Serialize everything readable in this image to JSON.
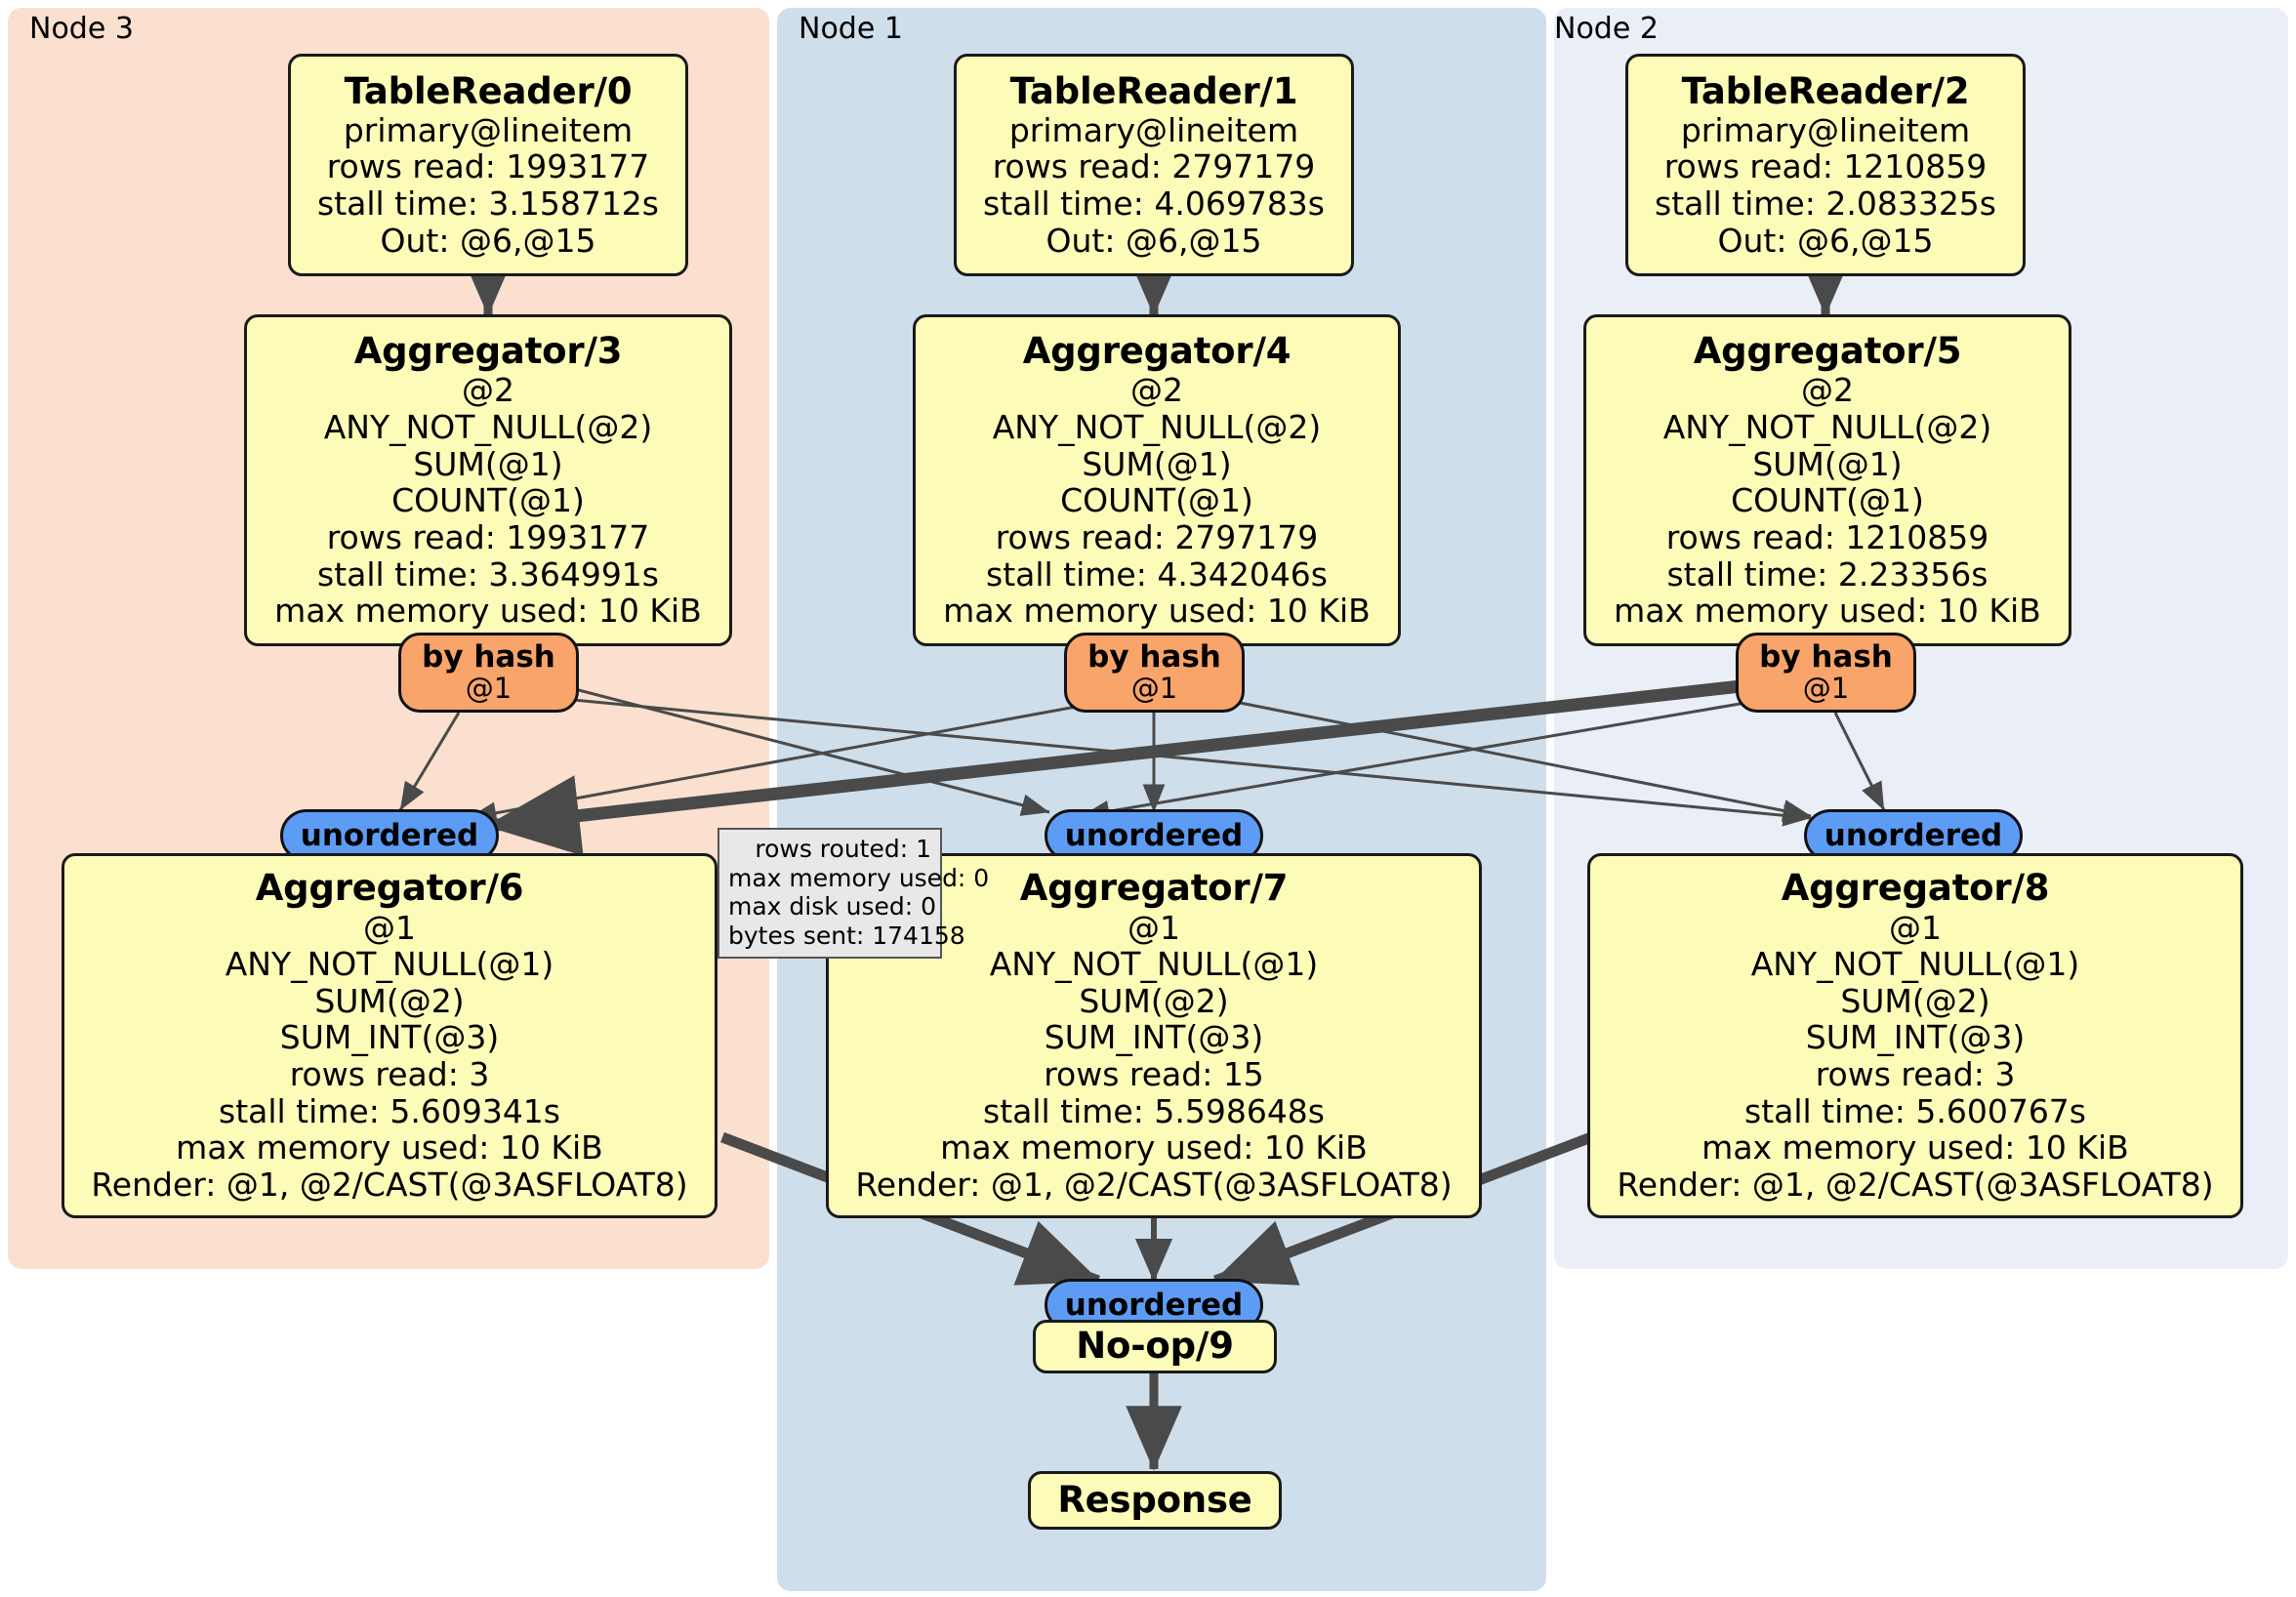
{
  "diagram": {
    "title": "distributed query plan flow diagram",
    "colors": {
      "node_fill": "#fcfcb8",
      "node_stroke": "#1a1a1a",
      "hash_fill": "#f9a46a",
      "unordered_fill": "#5d9cf5",
      "node3_panel": "#fbe0cf",
      "node1_panel": "#cfdeeb",
      "node2_panel": "#e9eef7",
      "edge": "#4a4a4a",
      "tooltip_fill": "#e8e8e8"
    }
  },
  "clusters": [
    {
      "id": "node3",
      "label": "Node 3"
    },
    {
      "id": "node1",
      "label": "Node 1"
    },
    {
      "id": "node2",
      "label": "Node 2"
    }
  ],
  "table_readers": [
    {
      "title": "TableReader/0",
      "lines": [
        "primary@lineitem",
        "rows read: 1993177",
        "stall time: 3.158712s",
        "Out: @6,@15"
      ]
    },
    {
      "title": "TableReader/1",
      "lines": [
        "primary@lineitem",
        "rows read: 2797179",
        "stall time: 4.069783s",
        "Out: @6,@15"
      ]
    },
    {
      "title": "TableReader/2",
      "lines": [
        "primary@lineitem",
        "rows read: 1210859",
        "stall time: 2.083325s",
        "Out: @6,@15"
      ]
    }
  ],
  "aggregators_mid": [
    {
      "title": "Aggregator/3",
      "lines": [
        "@2",
        "ANY_NOT_NULL(@2)",
        "SUM(@1)",
        "COUNT(@1)",
        "rows read: 1993177",
        "stall time: 3.364991s",
        "max memory used: 10 KiB"
      ]
    },
    {
      "title": "Aggregator/4",
      "lines": [
        "@2",
        "ANY_NOT_NULL(@2)",
        "SUM(@1)",
        "COUNT(@1)",
        "rows read: 2797179",
        "stall time: 4.342046s",
        "max memory used: 10 KiB"
      ]
    },
    {
      "title": "Aggregator/5",
      "lines": [
        "@2",
        "ANY_NOT_NULL(@2)",
        "SUM(@1)",
        "COUNT(@1)",
        "rows read: 1210859",
        "stall time: 2.23356s",
        "max memory used: 10 KiB"
      ]
    }
  ],
  "hash_routers": [
    {
      "label": "by hash",
      "sub": "@1"
    },
    {
      "label": "by hash",
      "sub": "@1"
    },
    {
      "label": "by hash",
      "sub": "@1"
    }
  ],
  "unordered_syncs": [
    {
      "label": "unordered"
    },
    {
      "label": "unordered"
    },
    {
      "label": "unordered"
    },
    {
      "label": "unordered"
    }
  ],
  "aggregators_bottom": [
    {
      "title": "Aggregator/6",
      "lines": [
        "@1",
        "ANY_NOT_NULL(@1)",
        "SUM(@2)",
        "SUM_INT(@3)",
        "rows read: 3",
        "stall time: 5.609341s",
        "max memory used: 10 KiB",
        "Render: @1, @2/CAST(@3ASFLOAT8)"
      ]
    },
    {
      "title": "Aggregator/7",
      "lines": [
        "@1",
        "ANY_NOT_NULL(@1)",
        "SUM(@2)",
        "SUM_INT(@3)",
        "rows read: 15",
        "stall time: 5.598648s",
        "max memory used: 10 KiB",
        "Render: @1, @2/CAST(@3ASFLOAT8)"
      ]
    },
    {
      "title": "Aggregator/8",
      "lines": [
        "@1",
        "ANY_NOT_NULL(@1)",
        "SUM(@2)",
        "SUM_INT(@3)",
        "rows read: 3",
        "stall time: 5.600767s",
        "max memory used: 10 KiB",
        "Render: @1, @2/CAST(@3ASFLOAT8)"
      ]
    }
  ],
  "stats_tooltip": {
    "lines": [
      "rows routed: 1",
      "max memory used: 0",
      "max disk used: 0",
      "bytes sent: 174158"
    ]
  },
  "terminal_nodes": [
    {
      "title": "No-op/9"
    },
    {
      "title": "Response"
    }
  ]
}
